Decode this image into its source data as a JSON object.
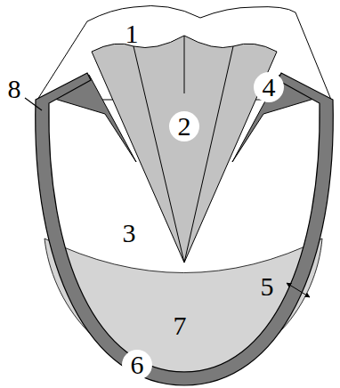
{
  "diagram": {
    "labels": [
      "1",
      "8",
      "2",
      "4",
      "3",
      "5",
      "7",
      "6"
    ]
  }
}
